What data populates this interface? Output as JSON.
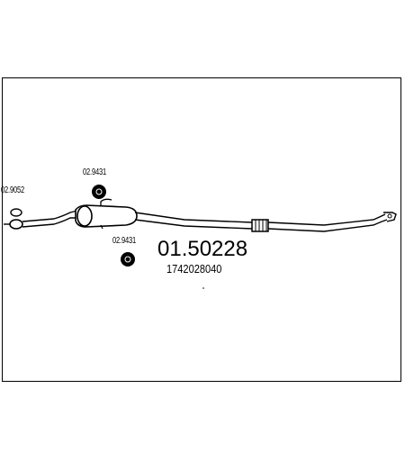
{
  "main_part_number": "01.50228",
  "oem_number": "1742028040",
  "callouts": [
    {
      "id": "clamp-top",
      "text": "02.9431"
    },
    {
      "id": "clamp-bottom",
      "text": "02.9431"
    },
    {
      "id": "gasket-left",
      "text": "02.9052"
    }
  ],
  "colors": {
    "line": "#000000",
    "background": "#ffffff"
  }
}
